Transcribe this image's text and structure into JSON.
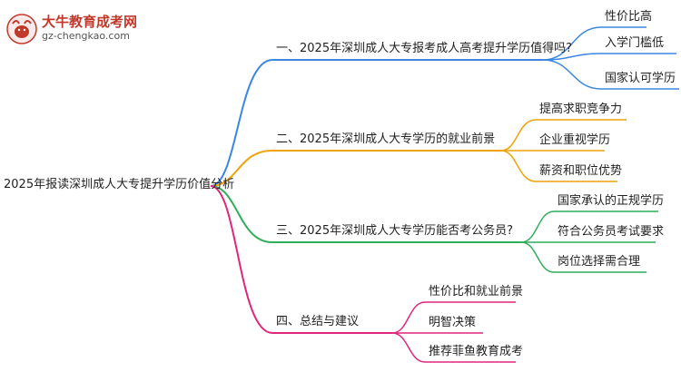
{
  "brand": {
    "name": "大牛教育成考网",
    "url": "gz-chengkao.com"
  },
  "root": {
    "label": "2025年报读深圳成人大专提升学历价值分析"
  },
  "branches": [
    {
      "label": "一、2025年深圳成人大专报考成人高考提升学历值得吗?",
      "color": "#3a86e0",
      "children": [
        "性价比高",
        "入学门槛低",
        "国家认可学历"
      ]
    },
    {
      "label": "二、2025年深圳成人大专学历的就业前景",
      "color": "#f0a30a",
      "children": [
        "提高求职竞争力",
        "企业重视学历",
        "薪资和职位优势"
      ]
    },
    {
      "label": "三、2025年深圳成人大专学历能否考公务员?",
      "color": "#2fae5a",
      "children": [
        "国家承认的正规学历",
        "符合公务员考试要求",
        "岗位选择需合理"
      ]
    },
    {
      "label": "四、总结与建议",
      "color": "#e0267a",
      "children": [
        "性价比和就业前景",
        "明智决策",
        "推荐菲鱼教育成考"
      ]
    }
  ]
}
